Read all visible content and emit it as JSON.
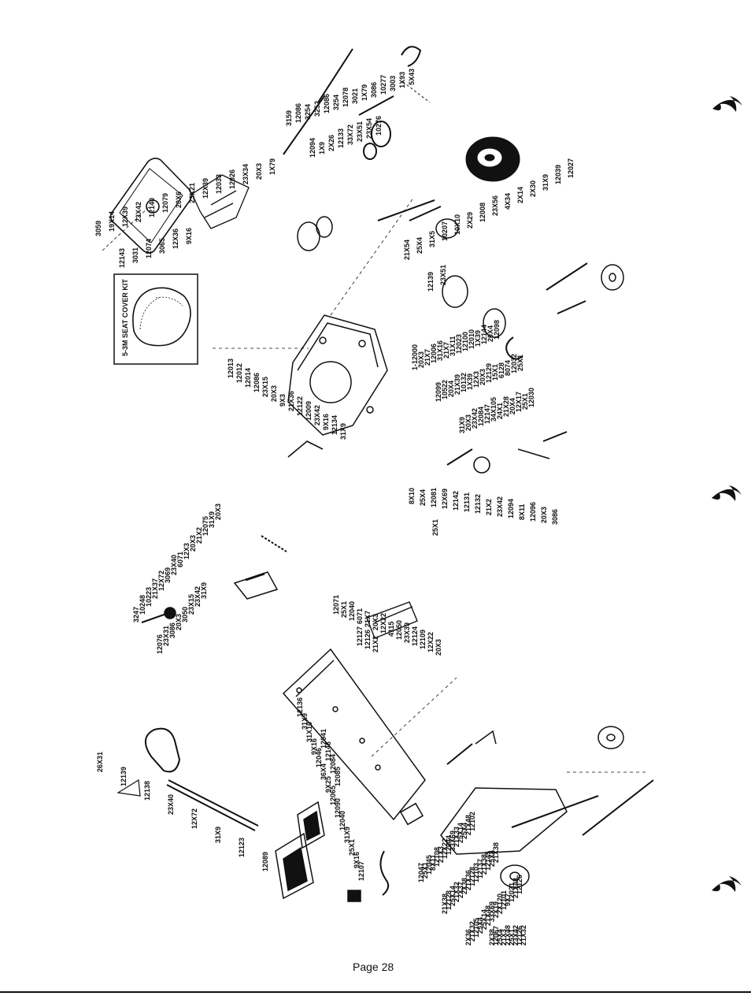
{
  "page": {
    "number_label": "Page 28"
  },
  "seat_cover_kit": {
    "title": "5-3M SEAT COVER KIT"
  },
  "labels": {
    "seat": [
      "3059",
      "19X14",
      "12X39",
      "23X42",
      "12140",
      "12079",
      "20X6",
      "23X21",
      "12X39",
      "12033",
      "12026",
      "23X34",
      "20X3",
      "1X79",
      "12143",
      "3031",
      "12074",
      "3065",
      "12X36",
      "9X16"
    ],
    "upper_links": [
      "3159",
      "12086",
      "3254",
      "3252",
      "12086",
      "3254",
      "12078",
      "3021",
      "1X79",
      "3086",
      "10277",
      "3003",
      "1X93",
      "5X43",
      "12094",
      "1X9",
      "2X26",
      "12133",
      "33X72",
      "23X51",
      "23X54",
      "10276"
    ],
    "wheel": [
      "21X54",
      "25X4",
      "31X5",
      "10207",
      "10X10",
      "2X29",
      "12008",
      "23X56",
      "4X34",
      "2X14",
      "2X30",
      "31X9",
      "12039",
      "12027",
      "12139",
      "23X51"
    ],
    "pulley": [
      "1-12000",
      "20X3",
      "21X7",
      "12006",
      "31X16",
      "21X7",
      "31X11",
      "12023",
      "12100",
      "12010",
      "1X39",
      "12144",
      "20X4",
      "12098",
      "12099",
      "10522",
      "20X4",
      "21X39",
      "10132",
      "1X39",
      "12X3",
      "20X3",
      "12129",
      "15X1",
      "6128",
      "8074",
      "12032",
      "25X1",
      "31X9",
      "20X3",
      "23X42",
      "12084",
      "12147",
      "34X105",
      "24X1",
      "21X28",
      "20X4",
      "12X17",
      "25X1",
      "12030"
    ],
    "frame_plate": [
      "12013",
      "12012",
      "12014",
      "12086",
      "23X15",
      "20X3",
      "9X3",
      "21X36",
      "12122",
      "12009",
      "23X42",
      "9X16",
      "12134",
      "31X9"
    ],
    "brake_linkage": [
      "8X10",
      "25X4",
      "12081",
      "12X69",
      "12142",
      "12131",
      "12132",
      "21X2",
      "23X42",
      "12094",
      "8X11",
      "12096",
      "20X3",
      "3086",
      "25X1"
    ],
    "lever_assembly": [
      "3247",
      "10248",
      "10223",
      "21X37",
      "12X72",
      "3069",
      "23X40",
      "6071",
      "12X3",
      "20X3",
      "21X2",
      "12075",
      "31X9",
      "20X3",
      "12076",
      "23X31",
      "3086",
      "20X3",
      "3050",
      "23X15",
      "23X42",
      "31X9"
    ],
    "mid_bracket": [
      "12071",
      "25X1",
      "12040",
      "6071",
      "21X7",
      "20X3",
      "12X22",
      "4115",
      "12050",
      "23X39",
      "12124",
      "12109",
      "12X22",
      "20X3",
      "12127",
      "12126",
      "21X2"
    ],
    "lower_frame": [
      "12136",
      "31X9",
      "31X10",
      "9X16",
      "12046",
      "36X4",
      "9X25",
      "12065",
      "12090",
      "12040",
      "31X9",
      "25X1",
      "9X16",
      "12107",
      "12041",
      "12146",
      "12084",
      "12085"
    ],
    "handle": [
      "26X31",
      "12139",
      "12138",
      "23X40",
      "12X72",
      "31X9",
      "12123",
      "12089"
    ],
    "lower_axle": [
      "12047",
      "25X1",
      "12045",
      "8X11",
      "12108",
      "21X3",
      "12X22",
      "12044",
      "33X69",
      "21X33",
      "25X14",
      "25X4",
      "21X48",
      "12102",
      "21X38",
      "12128",
      "25X14",
      "21X32",
      "2X37",
      "2X38",
      "21X36",
      "12128",
      "12103",
      "12137",
      "21X38",
      "12145",
      "25X4",
      "21X38",
      "2X36",
      "21X32",
      "12105",
      "25X4",
      "25X14",
      "21X48",
      "33X69",
      "2X19",
      "2X120",
      "12101",
      "9X7",
      "12021",
      "21X48",
      "12126",
      "2X38",
      "12067",
      "25X4",
      "21X3",
      "21X48",
      "25X1",
      "23X42",
      "12126",
      "21X32"
    ]
  },
  "colors": {
    "ink": "#111111",
    "paper": "#ffffff"
  }
}
